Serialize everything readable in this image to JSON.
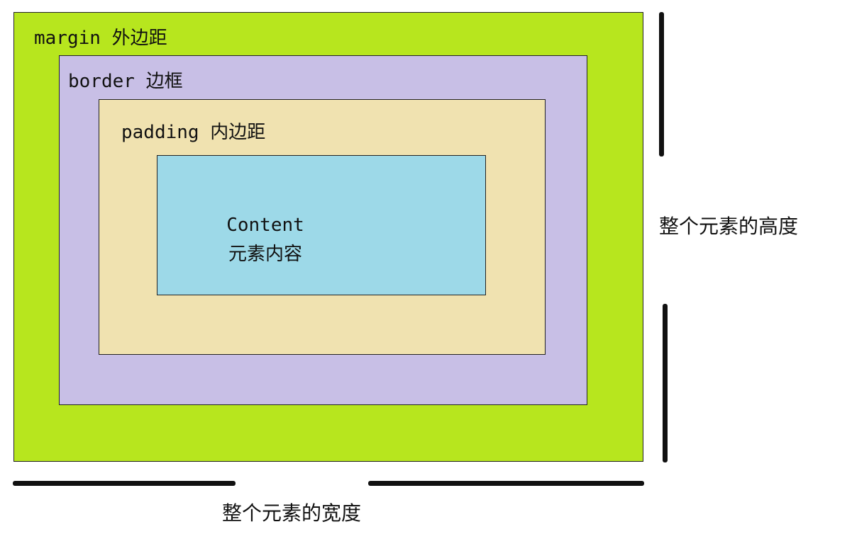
{
  "colors": {
    "margin": "#b7e61e",
    "border": "#c8bfe6",
    "padding": "#f0e2b0",
    "content": "#9dd9e8"
  },
  "layers": {
    "margin": "margin 外边距",
    "border": "border 边框",
    "padding": "padding 内边距"
  },
  "content": {
    "title": "Content",
    "subtitle": "元素内容"
  },
  "dimensions": {
    "height": "整个元素的高度",
    "width": "整个元素的宽度"
  }
}
